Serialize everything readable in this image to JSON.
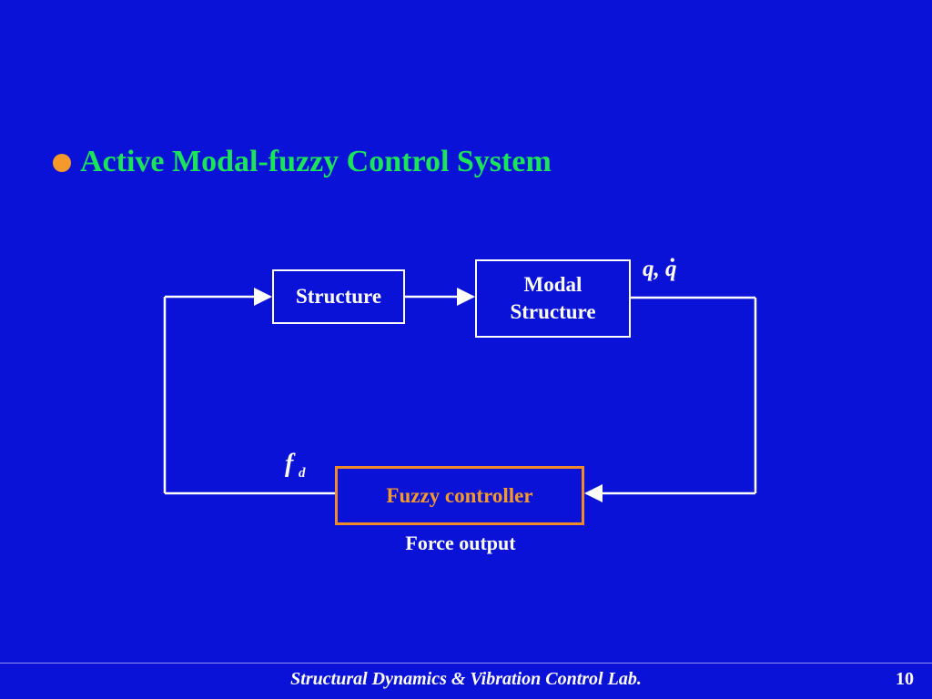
{
  "slide": {
    "title": "Active Modal-fuzzy Control System",
    "diagram": {
      "blocks": {
        "structure": "Structure",
        "modal_structure": [
          "Modal",
          "Structure"
        ],
        "fuzzy_controller": "Fuzzy controller"
      },
      "labels": {
        "q": "q",
        "q_separator": ",",
        "q_dot": "q",
        "f": "f",
        "f_subscript": "d",
        "force_output": "Force output"
      }
    },
    "footer": {
      "lab_name": "Structural Dynamics & Vibration Control Lab.",
      "page_number": "10"
    }
  },
  "colors": {
    "background": "#0a12d8",
    "title": "#1be35a",
    "accent": "#f59a2a",
    "line": "#ffffff"
  },
  "icons": {
    "bullet": "orange-bullet-icon"
  }
}
